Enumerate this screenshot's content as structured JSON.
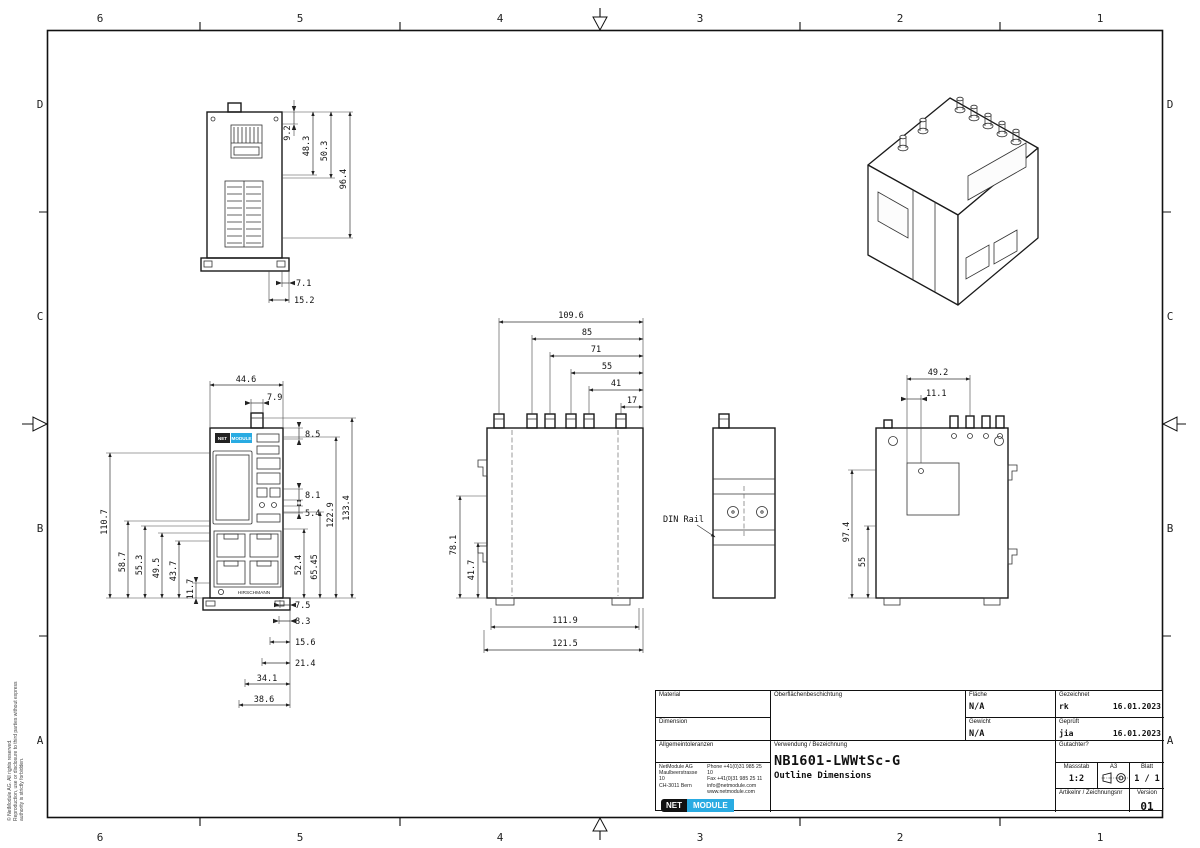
{
  "page": {
    "zone_cols": [
      "6",
      "5",
      "4",
      "3",
      "2",
      "1"
    ],
    "zone_rows": [
      "D",
      "C",
      "B",
      "A"
    ],
    "background": "#ffffff",
    "line_color": "#1a1a1a",
    "accent_blue": "#29abe2"
  },
  "copyright": {
    "line1": "© NetModule AG. All rights reserved.",
    "line2": "Reproduction, use or disclosure to third parties without express",
    "line3": "authority is strictly forbidden."
  },
  "views": {
    "din_rail_label": "DIN Rail",
    "front": {
      "brand_net": "NET",
      "brand_module": "MODULE",
      "hirschmann": "HIRSCHMANN"
    }
  },
  "dims": {
    "top": [
      "9.2",
      "48.3",
      "50.3",
      "96.4",
      "7.1",
      "15.2"
    ],
    "front_top": [
      "44.6",
      "7.9"
    ],
    "front_right": [
      "8.5",
      "8.1",
      "5.4",
      "52.4",
      "65.45",
      "122.9",
      "133.4"
    ],
    "front_left": [
      "110.7",
      "58.7",
      "55.3",
      "49.5",
      "43.7",
      "11.7"
    ],
    "front_bottom": [
      "7.5",
      "8.3",
      "15.6",
      "21.4",
      "34.1",
      "38.6"
    ],
    "side_top": [
      "109.6",
      "85",
      "71",
      "55",
      "41",
      "17"
    ],
    "side_left": [
      "78.1",
      "41.7"
    ],
    "side_bottom": [
      "111.9",
      "121.5"
    ],
    "back_top": [
      "49.2",
      "11.1"
    ],
    "back_left": [
      "97.4",
      "55"
    ]
  },
  "title_block": {
    "material_label": "Material",
    "dimension_label": "Dimension",
    "tolerances_label": "Allgemeintoleranzen",
    "surface_label": "Oberflächenbeschichtung",
    "usage_label": "Verwendung / Bezeichnung",
    "flaeche_label": "Fläche",
    "flaeche_value": "N/A",
    "gewicht_label": "Gewicht",
    "gewicht_value": "N/A",
    "drawn_label": "Gezeichnet",
    "drawn_by": "rk",
    "drawn_date": "16.01.2023",
    "checked_label": "Geprüft",
    "checked_by": "jia",
    "checked_date": "16.01.2023",
    "approver_label": "Gutachter?",
    "part_number": "NB1601-LWWtSc-G",
    "part_title": "Outline Dimensions",
    "scale_label": "Massstab",
    "scale_value": "1:2",
    "paper_size": "A3",
    "sheet_label": "Blatt",
    "sheet_value": "1 / 1",
    "article_label": "Artikelnr / Zeichnungsnr",
    "version_label": "Version",
    "version_value": "01",
    "company": {
      "name": "NetModule AG",
      "street": "Maulbeerstrasse 10",
      "city": "CH-3011 Bern",
      "phone": "Phone +41(0)31 985 25 10",
      "fax": "Fax +41(0)31 985 25 11",
      "email": "info@netmodule.com",
      "web": "www.netmodule.com"
    },
    "logo": {
      "net": "NET",
      "module": "MODULE"
    }
  }
}
